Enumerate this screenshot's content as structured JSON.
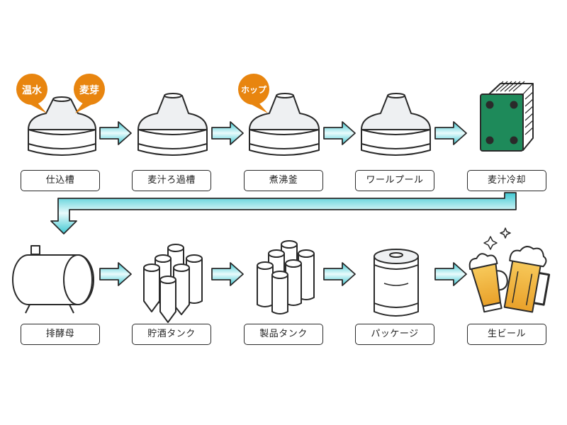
{
  "row1": {
    "labels": [
      "仕込槽",
      "麦汁ろ過槽",
      "煮沸釜",
      "ワールプール",
      "麦汁冷却"
    ]
  },
  "row2": {
    "labels": [
      "排酵母",
      "貯酒タンク",
      "製品タンク",
      "パッケージ",
      "生ビール"
    ]
  },
  "inputs": {
    "water": "温水",
    "malt": "麦芽",
    "hop": "ホップ"
  },
  "colors": {
    "arrow": "#3ec8d2",
    "arrow_light": "#d9f6f8",
    "input_bubble": "#e8850f",
    "cooler": "#1e8a5a",
    "beer": "#f3b63c"
  }
}
